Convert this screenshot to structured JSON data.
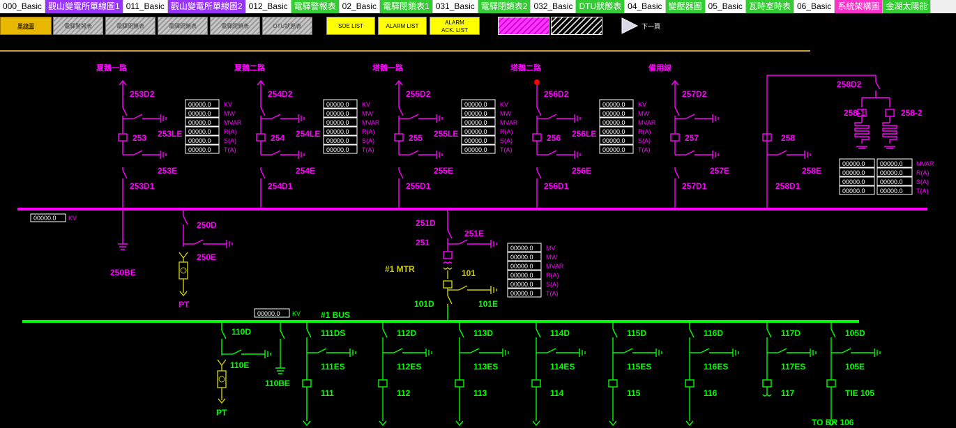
{
  "tabs": [
    {
      "label": "000_Basic",
      "bg": "#ffffff",
      "fg": "#000000"
    },
    {
      "label": "觀山變電所單線圖1",
      "bg": "#9933ff",
      "fg": "#ffffff"
    },
    {
      "label": "011_Basic",
      "bg": "#ffffff",
      "fg": "#000000"
    },
    {
      "label": "觀山變電所單線圖2",
      "bg": "#9933ff",
      "fg": "#ffffff"
    },
    {
      "label": "012_Basic",
      "bg": "#ffffff",
      "fg": "#000000"
    },
    {
      "label": "電驛警報表",
      "bg": "#33cc33",
      "fg": "#ffffff"
    },
    {
      "label": "02_Basic",
      "bg": "#ffffff",
      "fg": "#000000"
    },
    {
      "label": "電驛閉鎖表1",
      "bg": "#33cc33",
      "fg": "#ffffff"
    },
    {
      "label": "031_Basic",
      "bg": "#ffffff",
      "fg": "#000000"
    },
    {
      "label": "電驛閉鎖表2",
      "bg": "#33cc33",
      "fg": "#ffffff"
    },
    {
      "label": "032_Basic",
      "bg": "#ffffff",
      "fg": "#000000"
    },
    {
      "label": "DTU狀態表",
      "bg": "#33cc33",
      "fg": "#ffffff"
    },
    {
      "label": "04_Basic",
      "bg": "#ffffff",
      "fg": "#000000"
    },
    {
      "label": "變壓器圖",
      "bg": "#33cc33",
      "fg": "#ffffff"
    },
    {
      "label": "05_Basic",
      "bg": "#ffffff",
      "fg": "#000000"
    },
    {
      "label": "瓦時室時表",
      "bg": "#33cc33",
      "fg": "#ffffff"
    },
    {
      "label": "06_Basic",
      "bg": "#ffffff",
      "fg": "#000000"
    },
    {
      "label": "系統架構圖",
      "bg": "#ff33cc",
      "fg": "#ffffff"
    },
    {
      "label": "金湖太陽能",
      "bg": "#33cc33",
      "fg": "#ffffff"
    }
  ],
  "toolbar": {
    "home": "單線圖",
    "gray_buttons": [
      "電驛警報表",
      "電驛閉鎖表",
      "電驛閉鎖表",
      "電驛閉鎖表",
      "電驛閉鎖表",
      "DTU狀態表"
    ],
    "soe": "SOE LIST",
    "alarm": "ALARM LIST",
    "alarm_ack_1": "ALARM",
    "alarm_ack_2": "ACK. LIST",
    "next": "下一頁"
  },
  "feeders": [
    {
      "name": "夏鵝一路",
      "d2": "253D2",
      "breaker": "253",
      "le": "253LE",
      "e": "253E",
      "d1": "253D1",
      "red_dot": false
    },
    {
      "name": "夏鵝二路",
      "d2": "254D2",
      "breaker": "254",
      "le": "254LE",
      "e": "254E",
      "d1": "254D1",
      "red_dot": false
    },
    {
      "name": "塔鵝一路",
      "d2": "255D2",
      "breaker": "255",
      "le": "255LE",
      "e": "255E",
      "d1": "255D1",
      "red_dot": false
    },
    {
      "name": "塔鵝二路",
      "d2": "256D2",
      "breaker": "256",
      "le": "256LE",
      "e": "256E",
      "d1": "256D1",
      "red_dot": true
    },
    {
      "name": "備用線",
      "d2": "257D2",
      "breaker": "257",
      "le": "",
      "e": "257E",
      "d1": "257D1",
      "red_dot": false
    }
  ],
  "meter_value": "00000.0",
  "meter_units_line": [
    "KV",
    "MW",
    "MVAR",
    "R(A)",
    "S(A)",
    "T(A)"
  ],
  "meter_units_mtr": [
    "MV",
    "MW",
    "MVAR",
    "R(A)",
    "S(A)",
    "T(A)"
  ],
  "meter_units_cap": [
    "MVAR",
    "R(A)",
    "S(A)",
    "T(A)"
  ],
  "cap_bank": {
    "d2": "258D2",
    "breaker": "258",
    "e": "258E",
    "d1": "258D1",
    "cap1": "258-1",
    "cap2": "258-2"
  },
  "hv_bus": {
    "kv_value": "00000.0",
    "kv_unit": "KV",
    "ground": "250BE",
    "pt_d": "250D",
    "pt_e": "250E",
    "pt_label": "PT"
  },
  "mtr": {
    "d": "251D",
    "e": "251E",
    "breaker": "251",
    "label": "#1 MTR",
    "b101": "101",
    "d101": "101D",
    "e101": "101E"
  },
  "lv_bus": {
    "name": "#1 BUS",
    "kv_value": "00000.0",
    "kv_unit": "KV",
    "pt_d": "110D",
    "pt_e": "110E",
    "ground": "110BE",
    "pt_label": "PT"
  },
  "lv_feeders": [
    {
      "d": "111DS",
      "es": "111ES",
      "b": "111"
    },
    {
      "d": "112D",
      "es": "112ES",
      "b": "112"
    },
    {
      "d": "113D",
      "es": "113ES",
      "b": "113"
    },
    {
      "d": "114D",
      "es": "114ES",
      "b": "114"
    },
    {
      "d": "115D",
      "es": "115ES",
      "b": "115"
    },
    {
      "d": "116D",
      "es": "116ES",
      "b": "116"
    },
    {
      "d": "117D",
      "es": "117ES",
      "b": "117"
    },
    {
      "d": "105D",
      "es": "105E",
      "b": "TIE 105",
      "to": "TO BR 106"
    }
  ],
  "colors": {
    "hv": "#ff00ff",
    "lv": "#00ff00",
    "pt": "#cccc00",
    "meter_border": "#ffffff",
    "red": "#ff0000"
  }
}
